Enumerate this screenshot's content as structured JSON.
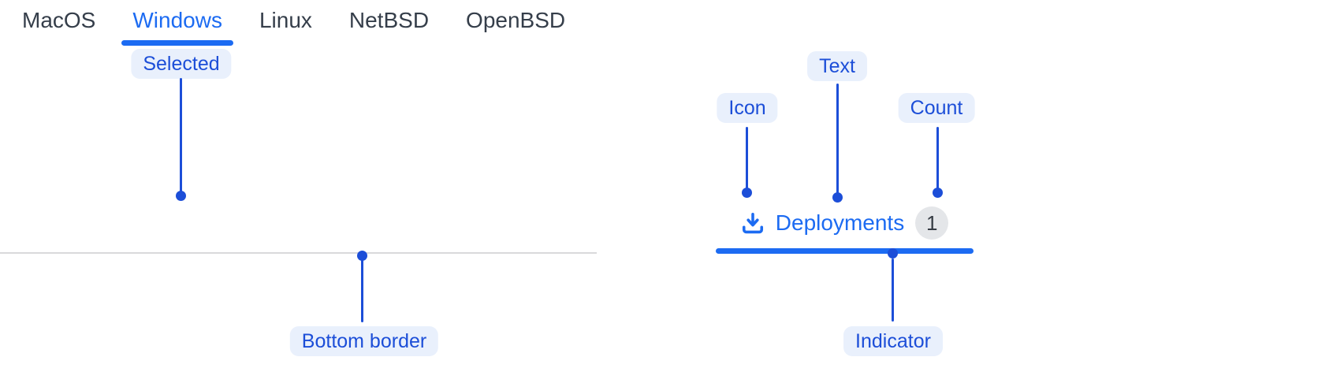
{
  "colors": {
    "annotation_blue": "#1c4ed8",
    "annotation_pill_bg": "#e9f0fc",
    "active_blue": "#1c6bf2",
    "inactive_tab_text": "#353e4a",
    "badge_bg": "#e4e6e9",
    "badge_text": "#363c44",
    "bottom_border_gray": "#d9d9db"
  },
  "tabs_demo": {
    "items": [
      {
        "label": "MacOS",
        "selected": false
      },
      {
        "label": "Windows",
        "selected": true
      },
      {
        "label": "Linux",
        "selected": false
      },
      {
        "label": "NetBSD",
        "selected": false
      },
      {
        "label": "OpenBSD",
        "selected": false
      }
    ],
    "annotations": {
      "selected": "Selected",
      "bottom_border": "Bottom border"
    }
  },
  "tab_anatomy": {
    "icon": "download-icon",
    "label": "Deployments",
    "count": "1",
    "annotations": {
      "icon": "Icon",
      "text": "Text",
      "count": "Count",
      "indicator": "Indicator"
    }
  }
}
